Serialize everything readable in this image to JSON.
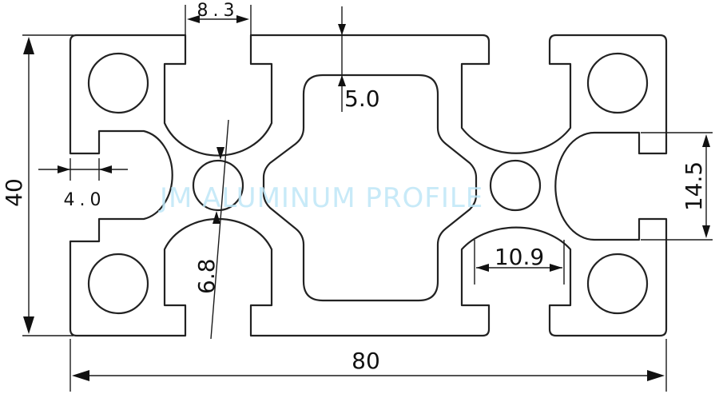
{
  "drawing": {
    "watermark": "JM ALUMINUM PROFILE",
    "dimensions": {
      "width": "80",
      "height": "40",
      "slot_opening": "8.3",
      "wall_thickness": "5.0",
      "slot_depth": "4.0",
      "center_bore": "6.8",
      "side_slot_height": "14.5",
      "chord_width": "10.9"
    },
    "colors": {
      "line": "#222222",
      "watermark": "#bfe7f7",
      "background": "#ffffff"
    }
  }
}
